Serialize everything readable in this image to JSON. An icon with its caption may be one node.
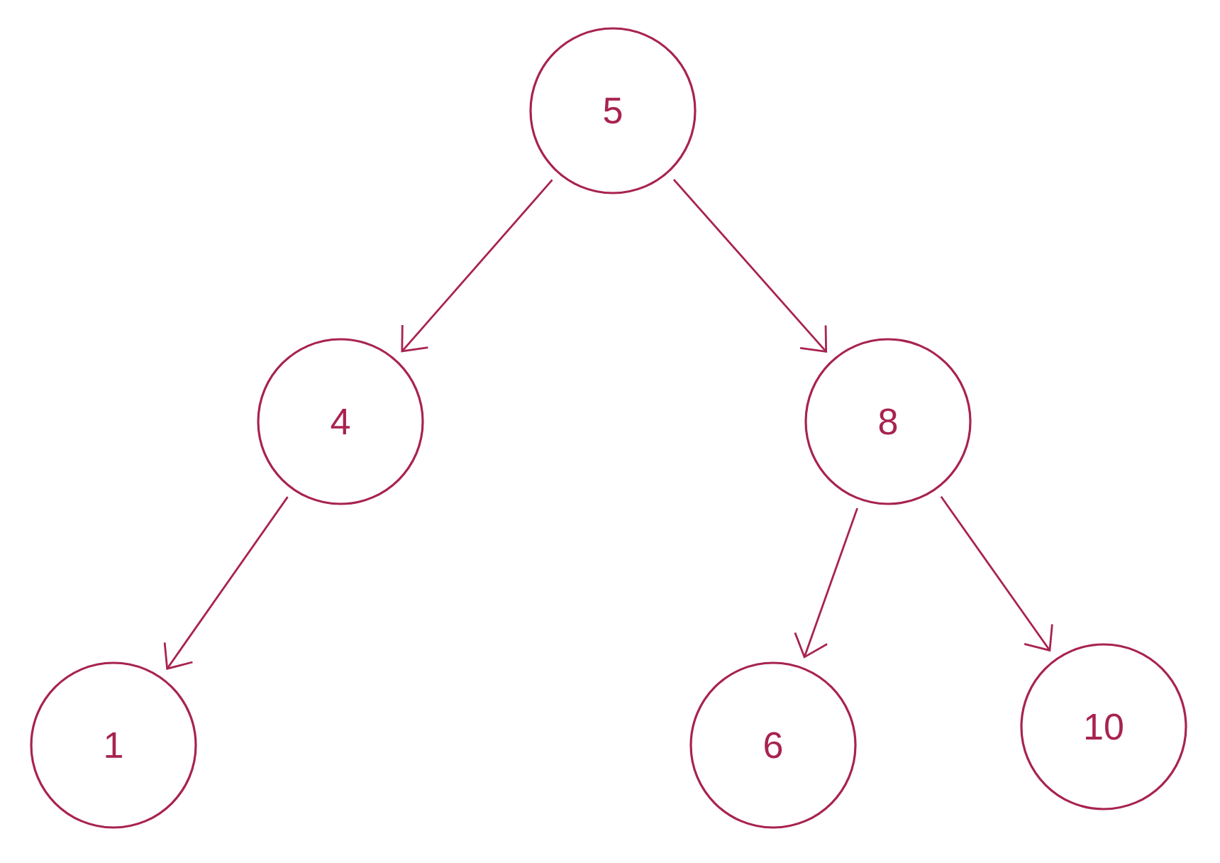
{
  "diagram": {
    "nodes": [
      {
        "text": [
          "5"
        ]
      },
      {
        "text": [
          "4"
        ]
      },
      {
        "text": [
          "8"
        ]
      },
      {
        "text": [
          "1"
        ]
      },
      {
        "text": [
          "6"
        ]
      },
      {
        "text": [
          "10"
        ]
      }
    ],
    "edges": [
      {
        "from": 0,
        "to": 1,
        "arrow": "to"
      },
      {
        "from": 0,
        "to": 2,
        "arrow": "to"
      },
      {
        "from": 1,
        "to": 3,
        "arrow": "to"
      },
      {
        "from": 2,
        "to": 4,
        "arrow": "to"
      },
      {
        "from": 2,
        "to": 5,
        "arrow": "to"
      }
    ]
  }
}
